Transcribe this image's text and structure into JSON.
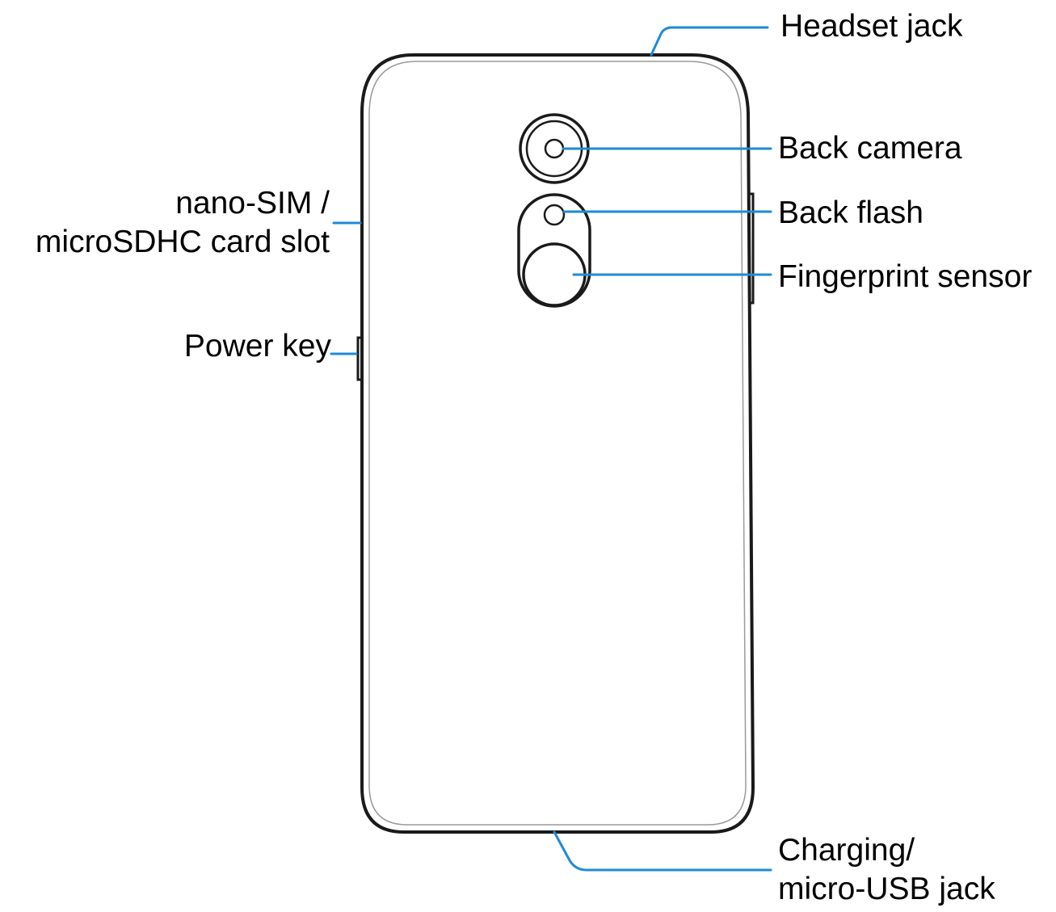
{
  "diagram": {
    "line_color": "#1f8ad6",
    "outline_color": "#1a1a1a",
    "labels": {
      "headset_jack": "Headset jack",
      "back_camera": "Back camera",
      "back_flash": "Back flash",
      "fingerprint_sensor": "Fingerprint sensor",
      "sim_slot_line1": "nano-SIM /",
      "sim_slot_line2": "microSDHC card slot",
      "power_key": "Power key",
      "charging_line1": "Charging/",
      "charging_line2": "micro-USB jack"
    }
  }
}
